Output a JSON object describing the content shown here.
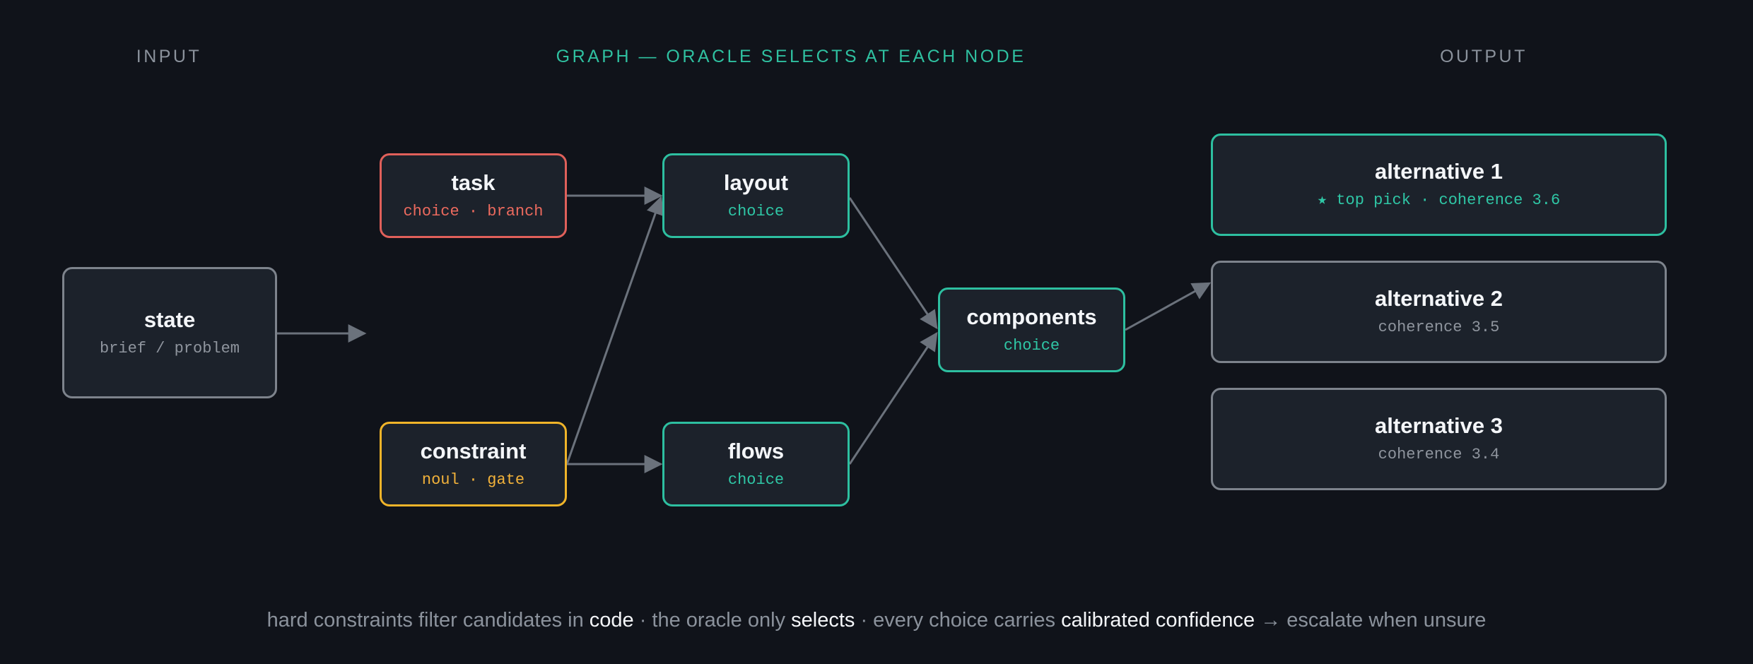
{
  "sections": {
    "input": "INPUT",
    "graph": "GRAPH — ORACLE SELECTS AT EACH NODE",
    "output": "OUTPUT"
  },
  "nodes": {
    "state": {
      "title": "state",
      "sub": "brief / problem"
    },
    "task": {
      "title": "task",
      "sub": "choice · branch"
    },
    "constraint": {
      "title": "constraint",
      "sub": "noul · gate"
    },
    "layout": {
      "title": "layout",
      "sub": "choice"
    },
    "flows": {
      "title": "flows",
      "sub": "choice"
    },
    "components": {
      "title": "components",
      "sub": "choice"
    },
    "alt1": {
      "title": "alternative 1",
      "sub": "★ top pick · coherence 3.6"
    },
    "alt2": {
      "title": "alternative 2",
      "sub": "coherence 3.5"
    },
    "alt3": {
      "title": "alternative 3",
      "sub": "coherence 3.4"
    }
  },
  "caption": {
    "p1": "hard constraints filter candidates in ",
    "h1": "code",
    "p2": " · the oracle only ",
    "h2": "selects",
    "p3": " · every choice carries ",
    "h3": "calibrated confidence",
    "p4": " → escalate when unsure"
  },
  "colors": {
    "background": "#10131a",
    "node_fill": "#1c222b",
    "neutral": "#7d838c",
    "teal": "#2dbfa0",
    "red": "#e0605a",
    "yellow": "#f0b429",
    "edge": "#6b727c"
  }
}
